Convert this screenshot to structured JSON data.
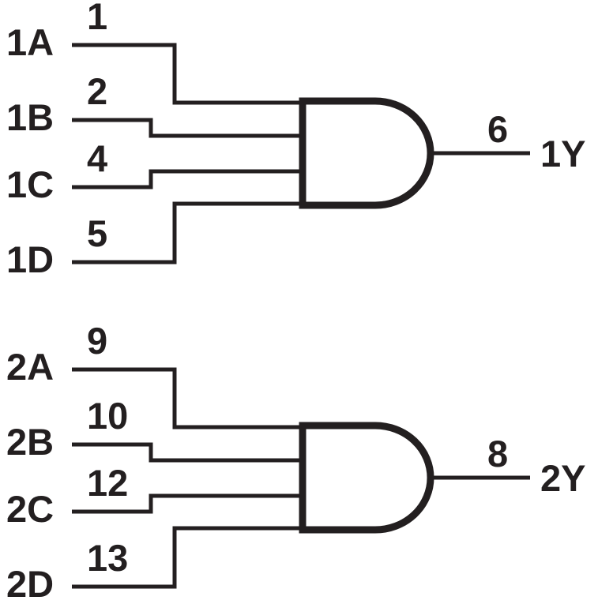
{
  "diagram": {
    "kind": "logic-diagram",
    "gate_symbol": "and-gate",
    "colors": {
      "line": "#231f20",
      "background": "#ffffff"
    },
    "gates": [
      {
        "name": "gate-1",
        "inputs": [
          {
            "label": "1A",
            "pin": "1"
          },
          {
            "label": "1B",
            "pin": "2"
          },
          {
            "label": "1C",
            "pin": "4"
          },
          {
            "label": "1D",
            "pin": "5"
          }
        ],
        "output": {
          "label": "1Y",
          "pin": "6"
        }
      },
      {
        "name": "gate-2",
        "inputs": [
          {
            "label": "2A",
            "pin": "9"
          },
          {
            "label": "2B",
            "pin": "10"
          },
          {
            "label": "2C",
            "pin": "12"
          },
          {
            "label": "2D",
            "pin": "13"
          }
        ],
        "output": {
          "label": "2Y",
          "pin": "8"
        }
      }
    ]
  }
}
